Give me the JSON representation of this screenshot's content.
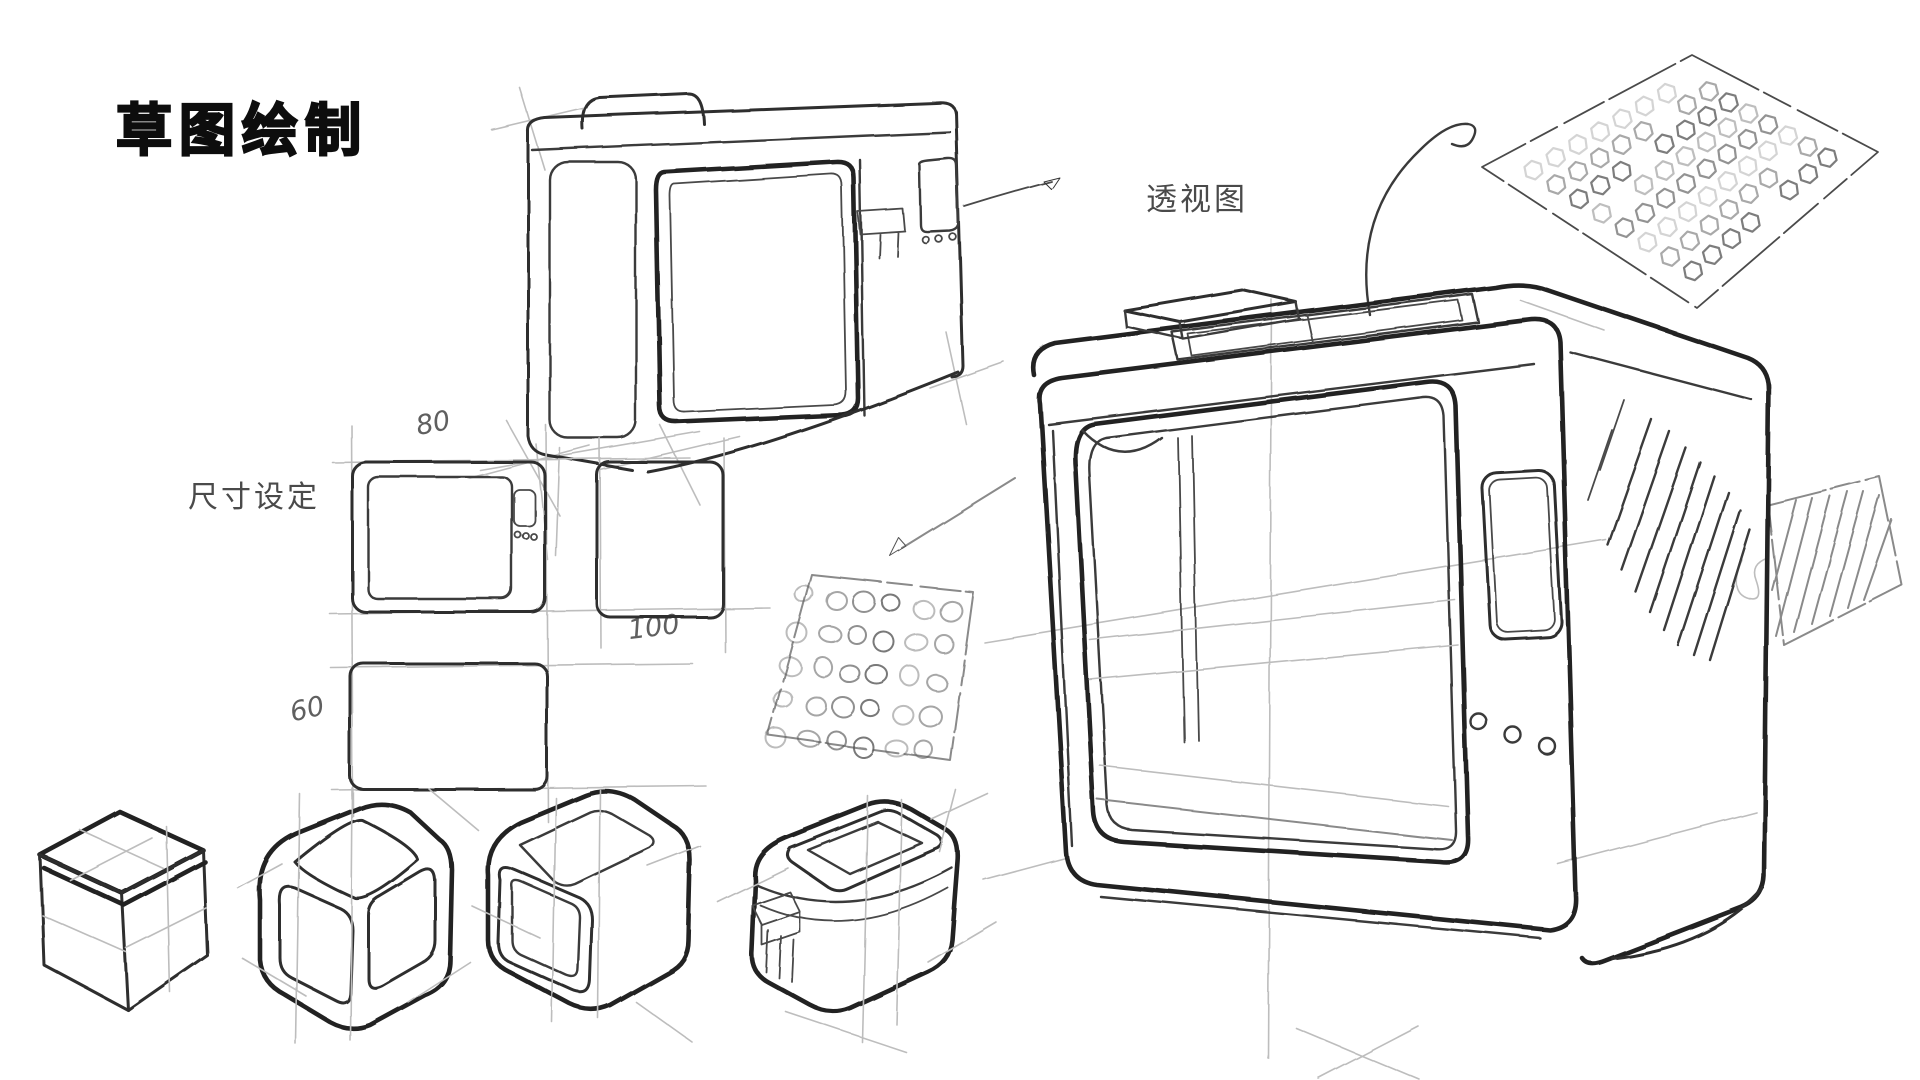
{
  "page": {
    "title": "草图绘制",
    "background": "#ffffff"
  },
  "labels": {
    "size_setting": "尺寸设定",
    "perspective_view": "透视图"
  },
  "dimensions": {
    "width": "80",
    "depth": "100",
    "height": "60"
  },
  "colors": {
    "title_text": "#0d0d0d",
    "label_text": "#4a4a4a",
    "ink": "#2f2f2f",
    "heavy_ink": "#232323",
    "construction_line": "#bdbdbd",
    "pattern_stroke": "#6f6f6f",
    "background": "#ffffff"
  },
  "sketch_elements": [
    "small-perspective-sketch",
    "orthographic-front-view",
    "orthographic-side-view",
    "orthographic-bottom-view",
    "circle-pattern-sheet",
    "hexagon-pattern-sheet",
    "hatch-pattern-sheet",
    "large-perspective-sketch",
    "cube-thumbnail-1",
    "cube-thumbnail-2",
    "cube-thumbnail-3",
    "cube-thumbnail-4"
  ]
}
